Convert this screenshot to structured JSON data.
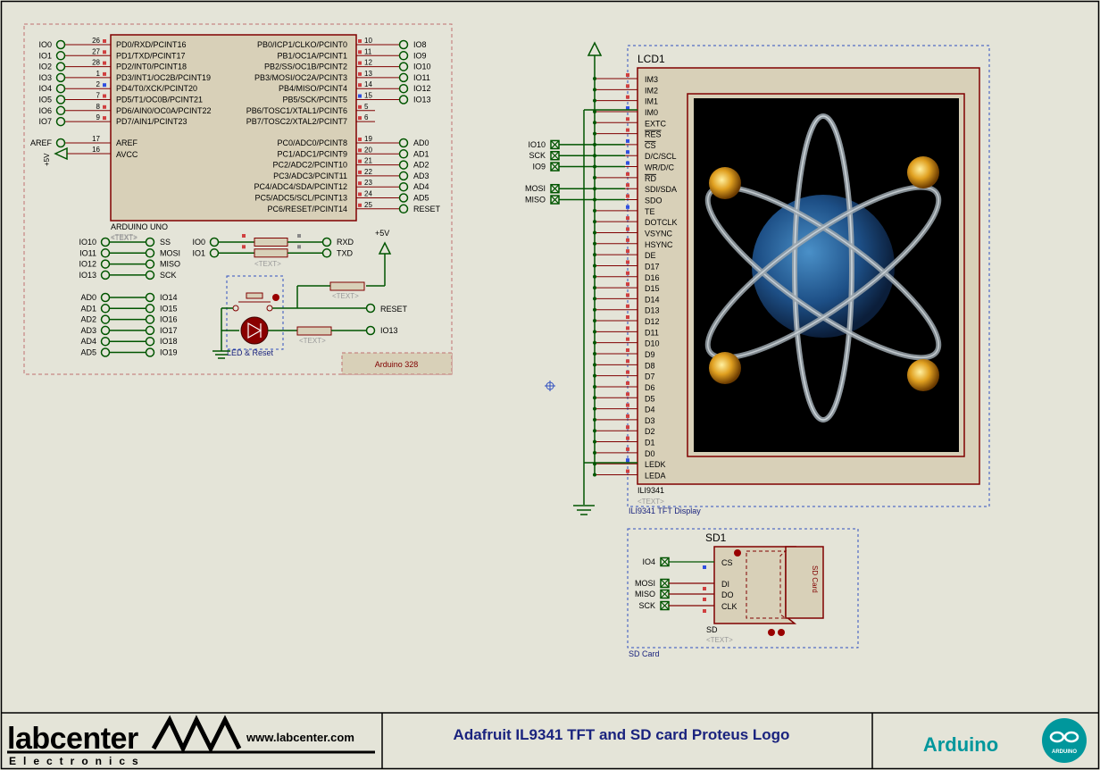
{
  "atmega": {
    "left_pins": [
      {
        "ext": "IO0",
        "num": "26",
        "name": "PD0/RXD/PCINT16"
      },
      {
        "ext": "IO1",
        "num": "27",
        "name": "PD1/TXD/PCINT17"
      },
      {
        "ext": "IO2",
        "num": "28",
        "name": "PD2/INT0/PCINT18"
      },
      {
        "ext": "IO3",
        "num": "1",
        "name": "PD3/INT1/OC2B/PCINT19"
      },
      {
        "ext": "IO4",
        "num": "2",
        "name": "PD4/T0/XCK/PCINT20"
      },
      {
        "ext": "IO5",
        "num": "7",
        "name": "PD5/T1/OC0B/PCINT21"
      },
      {
        "ext": "IO6",
        "num": "8",
        "name": "PD6/AIN0/OC0A/PCINT22"
      },
      {
        "ext": "IO7",
        "num": "9",
        "name": "PD7/AIN1/PCINT23"
      }
    ],
    "aref": {
      "ext": "AREF",
      "num": "17",
      "name": "AREF"
    },
    "avcc": {
      "ext": "+5V",
      "num": "16",
      "name": "AVCC"
    },
    "right_pins_b": [
      {
        "ext": "IO8",
        "num": "10",
        "name": "PB0/ICP1/CLKO/PCINT0"
      },
      {
        "ext": "IO9",
        "num": "11",
        "name": "PB1/OC1A/PCINT1"
      },
      {
        "ext": "IO10",
        "num": "12",
        "name": "PB2/SS/OC1B/PCINT2"
      },
      {
        "ext": "IO11",
        "num": "13",
        "name": "PB3/MOSI/OC2A/PCINT3"
      },
      {
        "ext": "IO12",
        "num": "14",
        "name": "PB4/MISO/PCINT4"
      },
      {
        "ext": "IO13",
        "num": "15",
        "name": "PB5/SCK/PCINT5"
      },
      {
        "ext": "",
        "num": "5",
        "name": "PB6/TOSC1/XTAL1/PCINT6"
      },
      {
        "ext": "",
        "num": "6",
        "name": "PB7/TOSC2/XTAL2/PCINT7"
      }
    ],
    "right_pins_c": [
      {
        "ext": "AD0",
        "num": "19",
        "name": "PC0/ADC0/PCINT8"
      },
      {
        "ext": "AD1",
        "num": "20",
        "name": "PC1/ADC1/PCINT9"
      },
      {
        "ext": "AD2",
        "num": "21",
        "name": "PC2/ADC2/PCINT10"
      },
      {
        "ext": "AD3",
        "num": "22",
        "name": "PC3/ADC3/PCINT11"
      },
      {
        "ext": "AD4",
        "num": "23",
        "name": "PC4/ADC4/SDA/PCINT12"
      },
      {
        "ext": "AD5",
        "num": "24",
        "name": "PC5/ADC5/SCL/PCINT13"
      },
      {
        "ext": "RESET",
        "num": "25",
        "name": "PC6/RESET/PCINT14"
      }
    ],
    "chip_label": "ARDUINO UNO",
    "text_placeholder": "<TEXT>"
  },
  "alias_spi": [
    {
      "a": "IO10",
      "b": "SS"
    },
    {
      "a": "IO11",
      "b": "MOSI"
    },
    {
      "a": "IO12",
      "b": "MISO"
    },
    {
      "a": "IO13",
      "b": "SCK"
    }
  ],
  "alias_ad": [
    {
      "a": "AD0",
      "b": "IO14"
    },
    {
      "a": "AD1",
      "b": "IO15"
    },
    {
      "a": "AD2",
      "b": "IO16"
    },
    {
      "a": "AD3",
      "b": "IO17"
    },
    {
      "a": "AD4",
      "b": "IO18"
    },
    {
      "a": "AD5",
      "b": "IO19"
    }
  ],
  "serial": [
    {
      "a": "IO0",
      "b": "RXD"
    },
    {
      "a": "IO1",
      "b": "TXD"
    }
  ],
  "reset_circuit": {
    "supply": "+5V",
    "reset": "RESET",
    "io13": "IO13",
    "caption": "LED & Reset"
  },
  "sub_block_label": "Arduino 328",
  "lcd": {
    "ref": "LCD1",
    "part": "ILI9341",
    "caption": "ILI9341 TFT Display",
    "pins": [
      "IM3",
      "IM2",
      "IM1",
      "IM0",
      "EXTC",
      "RES",
      "CS",
      "D/C/SCL",
      "WR/D/C",
      "RD",
      "SDI/SDA",
      "SDO",
      "TE",
      "DOTCLK",
      "VSYNC",
      "HSYNC",
      "DE",
      "D17",
      "D16",
      "D15",
      "D14",
      "D13",
      "D12",
      "D11",
      "D10",
      "D9",
      "D8",
      "D7",
      "D6",
      "D5",
      "D4",
      "D3",
      "D2",
      "D1",
      "D0",
      "LEDK",
      "LEDA"
    ],
    "inputs": [
      {
        "label": "IO10",
        "pin": 6
      },
      {
        "label": "SCK",
        "pin": 7
      },
      {
        "label": "IO9",
        "pin": 8
      },
      {
        "label": "MOSI",
        "pin": 10
      },
      {
        "label": "MISO",
        "pin": 11
      }
    ]
  },
  "sd": {
    "ref": "SD1",
    "part": "SD",
    "caption": "SD Card",
    "card_text": "SD Card",
    "pins": [
      "CS",
      "DI",
      "DO",
      "CLK"
    ],
    "inputs": [
      "IO4",
      "MOSI",
      "MISO",
      "SCK"
    ]
  },
  "title_block": {
    "company": "labcenter",
    "company_sub": "Electronics",
    "url": "www.labcenter.com",
    "title": "Adafruit IL9341 TFT and SD card Proteus Logo",
    "brand": "Arduino",
    "badge_text": "ARDUINO"
  },
  "colors": {
    "background": "#e4e4d8",
    "wire": "#005500",
    "component_outline": "#800000",
    "component_fill": "#d8d0b8",
    "title_blue": "#1a237e",
    "arduino_teal": "#00979c"
  }
}
